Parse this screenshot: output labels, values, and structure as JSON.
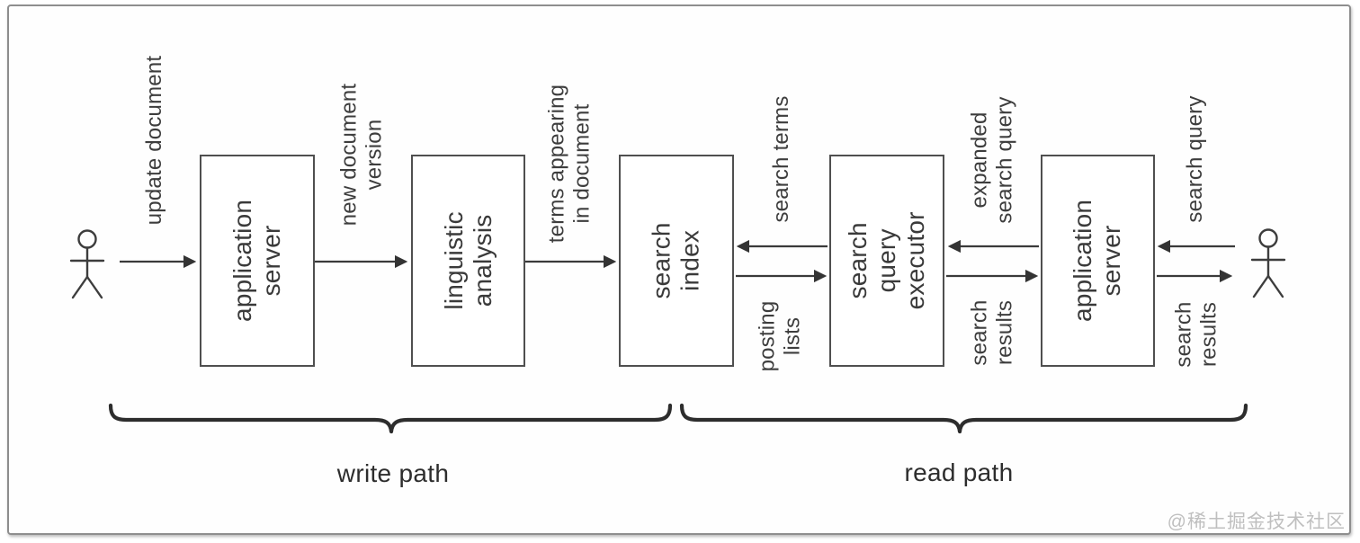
{
  "frame": {
    "watermark": "@稀土掘金技术社区"
  },
  "diagram": {
    "title_implied": "search system write/read path diagram",
    "colors": {
      "line": "#3a3a3a",
      "box_border": "#4f4f4f",
      "text": "#3a3a3a",
      "brace": "#2d2d2d",
      "watermark": "#bfbfbf",
      "background": "#ffffff"
    },
    "actors": [
      {
        "id": "user-left",
        "side": "left"
      },
      {
        "id": "user-right",
        "side": "right"
      }
    ],
    "boxes": [
      {
        "id": "application-server-write",
        "label": "application\nserver"
      },
      {
        "id": "linguistic-analysis",
        "label": "linguistic\nanalysis"
      },
      {
        "id": "search-index",
        "label": "search\nindex"
      },
      {
        "id": "search-query-executor",
        "label": "search query\nexecutor"
      },
      {
        "id": "application-server-read",
        "label": "application\nserver"
      }
    ],
    "flows": [
      {
        "text": "update document",
        "from": "user-left",
        "to": "application-server-write",
        "direction": "right"
      },
      {
        "text": "new document\nversion",
        "from": "application-server-write",
        "to": "linguistic-analysis",
        "direction": "right"
      },
      {
        "text": "terms appearing\nin document",
        "from": "linguistic-analysis",
        "to": "search-index",
        "direction": "right"
      },
      {
        "text": "search terms",
        "from": "search-query-executor",
        "to": "search-index",
        "direction": "left"
      },
      {
        "text": "posting\nlists",
        "from": "search-index",
        "to": "search-query-executor",
        "direction": "right"
      },
      {
        "text": "expanded\nsearch query",
        "from": "application-server-read",
        "to": "search-query-executor",
        "direction": "left"
      },
      {
        "text": "search\nresults",
        "from": "search-query-executor",
        "to": "application-server-read",
        "direction": "right"
      },
      {
        "text": "search query",
        "from": "user-right",
        "to": "application-server-read",
        "direction": "left"
      },
      {
        "text": "search\nresults",
        "from": "application-server-read",
        "to": "user-right",
        "direction": "right"
      }
    ],
    "groups": [
      {
        "id": "write-path",
        "label": "write path"
      },
      {
        "id": "read-path",
        "label": "read path"
      }
    ]
  }
}
